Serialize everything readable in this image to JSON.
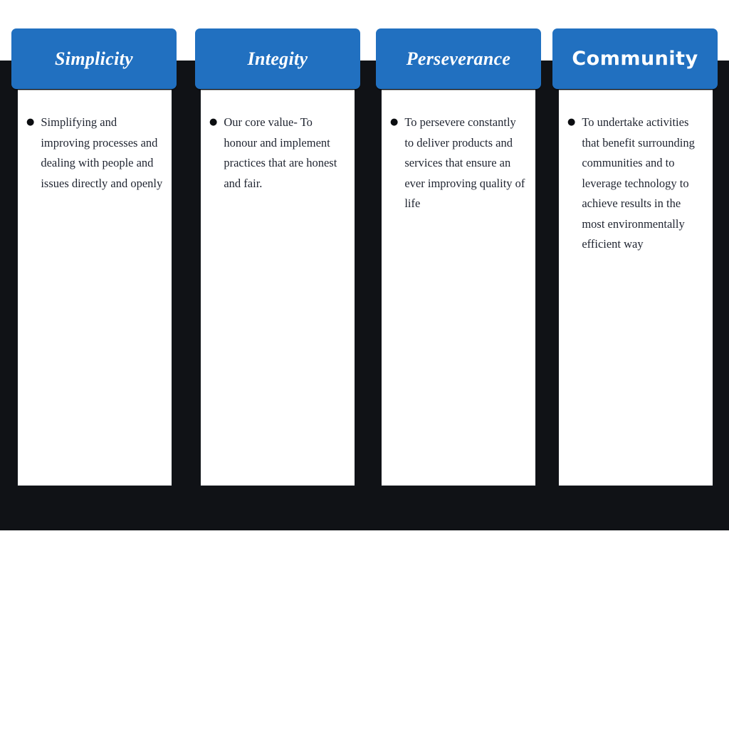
{
  "page": {
    "accent_color": "#2170c0",
    "band_color": "#101216",
    "card_color": "#ffffff",
    "text_color": "#1f2430"
  },
  "columns": [
    {
      "title": "Simplicity",
      "bullet": "Simplifying and improving processes and dealing with people and issues directly and openly"
    },
    {
      "title": "Integity",
      "bullet": "Our core value- To honour and implement practices that are honest and fair."
    },
    {
      "title": "Perseverance",
      "bullet": "To persevere constantly to deliver products and services that ensure an ever improving quality of life"
    },
    {
      "title": "Community",
      "bullet": "To undertake activities that benefit surrounding communities and to leverage technology to achieve results in the most environmentally efficient way"
    }
  ]
}
